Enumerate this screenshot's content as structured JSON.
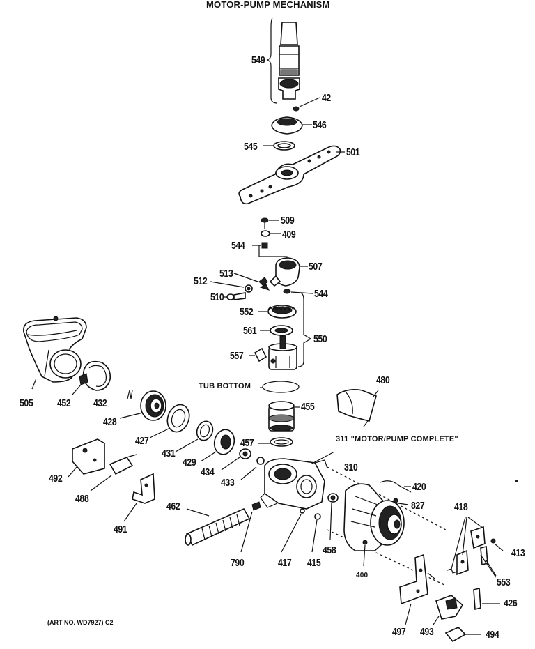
{
  "title": "MOTOR-PUMP MECHANISM",
  "art_no": "(ART NO. WD7927) C2",
  "labels": {
    "p549": "549",
    "p42": "42",
    "p546": "546",
    "p545": "545",
    "p501": "501",
    "p509": "509",
    "p409": "409",
    "p544a": "544",
    "p507": "507",
    "p513": "513",
    "p512": "512",
    "p510": "510",
    "p544b": "544",
    "p552": "552",
    "p561": "561",
    "p550": "550",
    "p557": "557",
    "tub_bottom": "TUB BOTTOM",
    "p480": "480",
    "p505": "505",
    "p452": "452",
    "p432": "432",
    "p428": "428",
    "p455": "455",
    "p427": "427",
    "p431": "431",
    "p429": "429",
    "p457": "457",
    "p311": "311 \"MOTOR/PUMP COMPLETE\"",
    "p434": "434",
    "p433": "433",
    "p310": "310",
    "p492": "492",
    "p488": "488",
    "p420": "420",
    "p827": "827",
    "p491": "491",
    "p462": "462",
    "p418": "418",
    "p413": "413",
    "p553": "553",
    "p790": "790",
    "p417": "417",
    "p415": "415",
    "p458": "458",
    "p400": "400",
    "p426": "426",
    "p497": "497",
    "p493": "493",
    "p494": "494"
  }
}
